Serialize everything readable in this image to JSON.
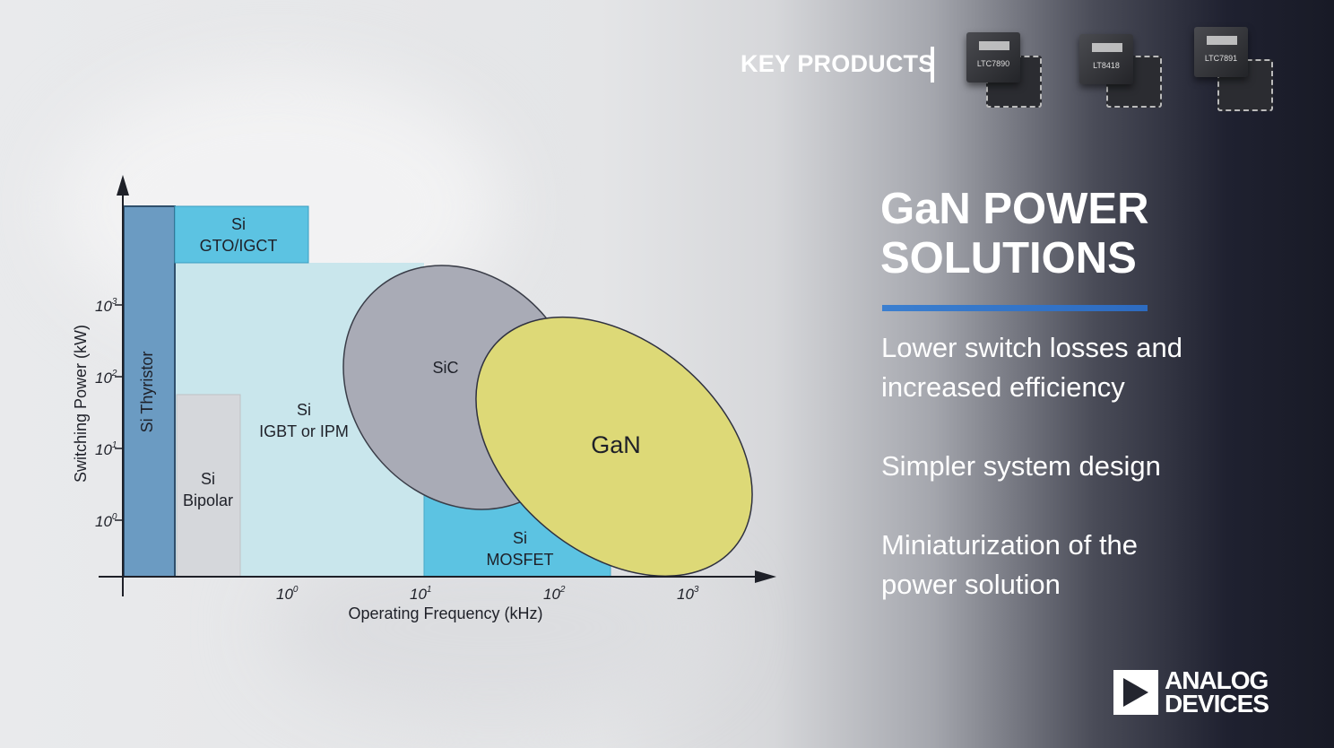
{
  "header": {
    "key_products_label": "KEY PRODUCTS",
    "products": [
      "LTC7890",
      "LT8418",
      "LTC7891"
    ]
  },
  "panel": {
    "title_line1": "GaN POWER",
    "title_line2": "SOLUTIONS",
    "bullets": [
      "Lower switch losses and",
      "increased efficiency",
      "Simpler system design",
      "Miniaturization of the",
      "power solution"
    ]
  },
  "brand": {
    "line1": "ANALOG",
    "line2": "DEVICES"
  },
  "chart_data": {
    "type": "region-map",
    "xlabel": "Operating Frequency (kHz)",
    "ylabel": "Switching Power (kW)",
    "x_ticks": [
      {
        "base": "10",
        "exp": "0"
      },
      {
        "base": "10",
        "exp": "1"
      },
      {
        "base": "10",
        "exp": "2"
      },
      {
        "base": "10",
        "exp": "3"
      }
    ],
    "y_ticks": [
      {
        "base": "10",
        "exp": "0"
      },
      {
        "base": "10",
        "exp": "1"
      },
      {
        "base": "10",
        "exp": "2"
      },
      {
        "base": "10",
        "exp": "3"
      }
    ],
    "regions": [
      {
        "name": "Si Thyristor",
        "lines": [
          "Si Thyristor"
        ],
        "color": "#6b9bc2"
      },
      {
        "name": "Si GTO/IGCT",
        "lines": [
          "Si",
          "GTO/IGCT"
        ],
        "color": "#5cc3e2"
      },
      {
        "name": "Si IGBT or IPM",
        "lines": [
          "Si",
          "IGBT or IPM"
        ],
        "color": "#c9e6ec"
      },
      {
        "name": "Si Bipolar",
        "lines": [
          "Si",
          "Bipolar"
        ],
        "color": "#d5d7db"
      },
      {
        "name": "Si MOSFET",
        "lines": [
          "Si",
          "MOSFET"
        ],
        "color": "#5cc3e2"
      },
      {
        "name": "SiC",
        "lines": [
          "SiC"
        ],
        "color": "#a9abb6"
      },
      {
        "name": "GaN",
        "lines": [
          "GaN"
        ],
        "color": "#ddd977"
      }
    ]
  }
}
